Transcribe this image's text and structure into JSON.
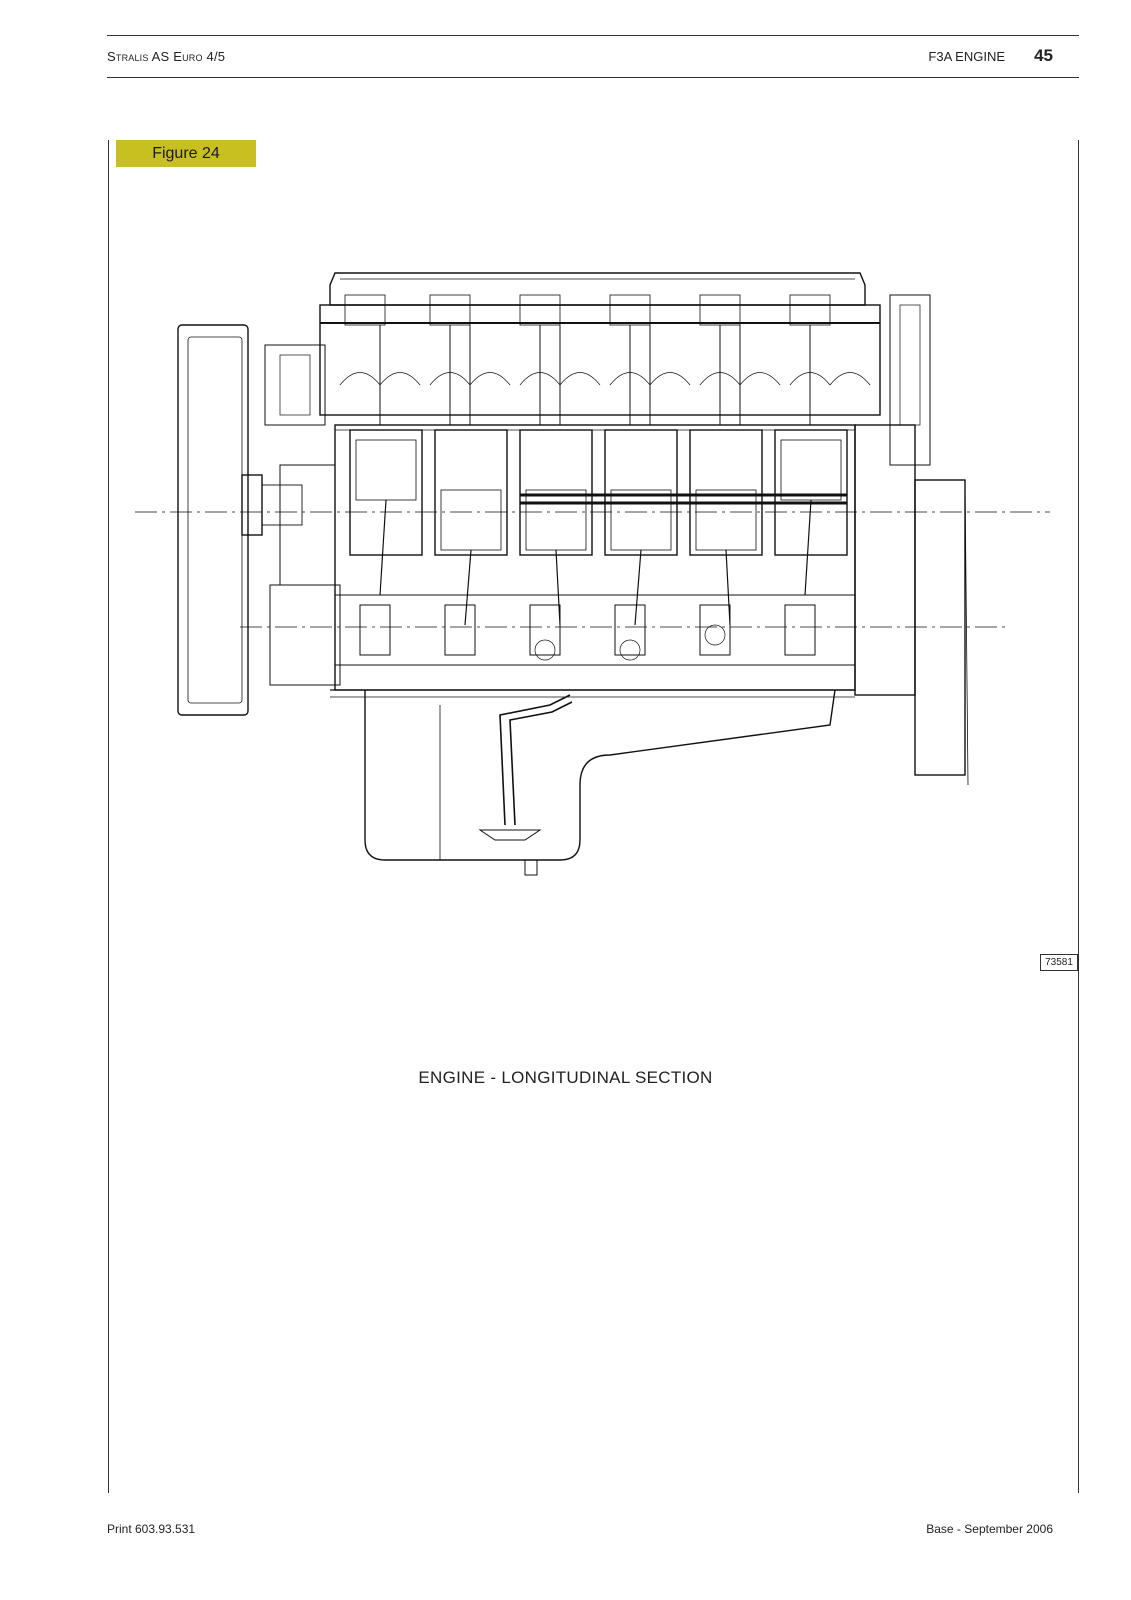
{
  "header": {
    "left": "Stralis AS Euro 4/5",
    "right": "F3A ENGINE",
    "page_number": "45"
  },
  "figure": {
    "label": "Figure 24",
    "code": "73581",
    "caption": "ENGINE - LONGITUDINAL SECTION"
  },
  "footer": {
    "left": "Print 603.93.531",
    "right": "Base - September 2006"
  },
  "colors": {
    "figure_label_bg": "#c8c021",
    "ink": "#222222"
  }
}
